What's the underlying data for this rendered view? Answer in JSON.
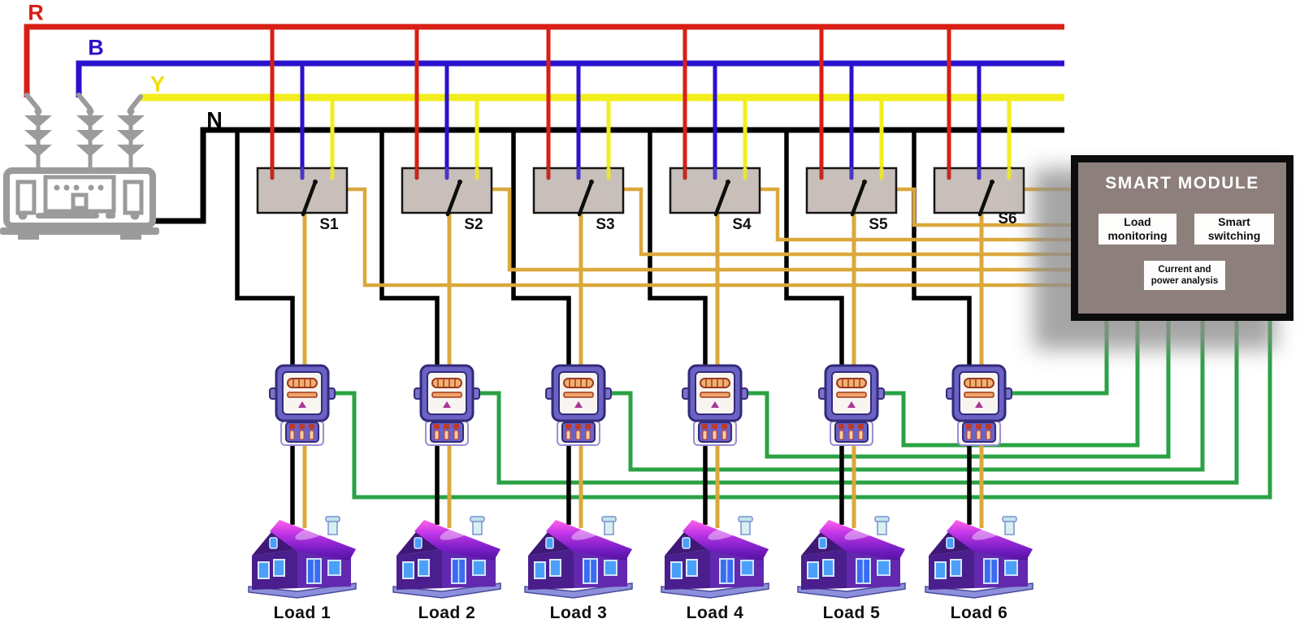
{
  "bus_lines": [
    {
      "label": "R",
      "color": "#d81f16",
      "name": "phase-r-bus"
    },
    {
      "label": "B",
      "color": "#2a12cc",
      "name": "phase-b-bus"
    },
    {
      "label": "Y",
      "color": "#eddf0e",
      "name": "phase-y-bus"
    },
    {
      "label": "N",
      "color": "#000000",
      "name": "neutral-bus"
    }
  ],
  "loads": [
    {
      "switch_label": "S1",
      "load_label": "Load 1"
    },
    {
      "switch_label": "S2",
      "load_label": "Load 2"
    },
    {
      "switch_label": "S3",
      "load_label": "Load 3"
    },
    {
      "switch_label": "S4",
      "load_label": "Load 4"
    },
    {
      "switch_label": "S5",
      "load_label": "Load 5"
    },
    {
      "switch_label": "S6",
      "load_label": "Load 6"
    }
  ],
  "smart_module": {
    "title": "SMART MODULE",
    "functions": [
      {
        "line1": "Load",
        "line2": "monitoring"
      },
      {
        "line1": "Smart",
        "line2": "switching"
      },
      {
        "line1": "Current and",
        "line2": "power analysis"
      }
    ]
  },
  "wire_colors": {
    "phase_r": "#d81f16",
    "phase_b": "#2a12cc",
    "phase_y": "#f2ee1e",
    "neutral": "#000000",
    "switch_control": "#dba83c",
    "meter_signal": "#2aa244"
  }
}
